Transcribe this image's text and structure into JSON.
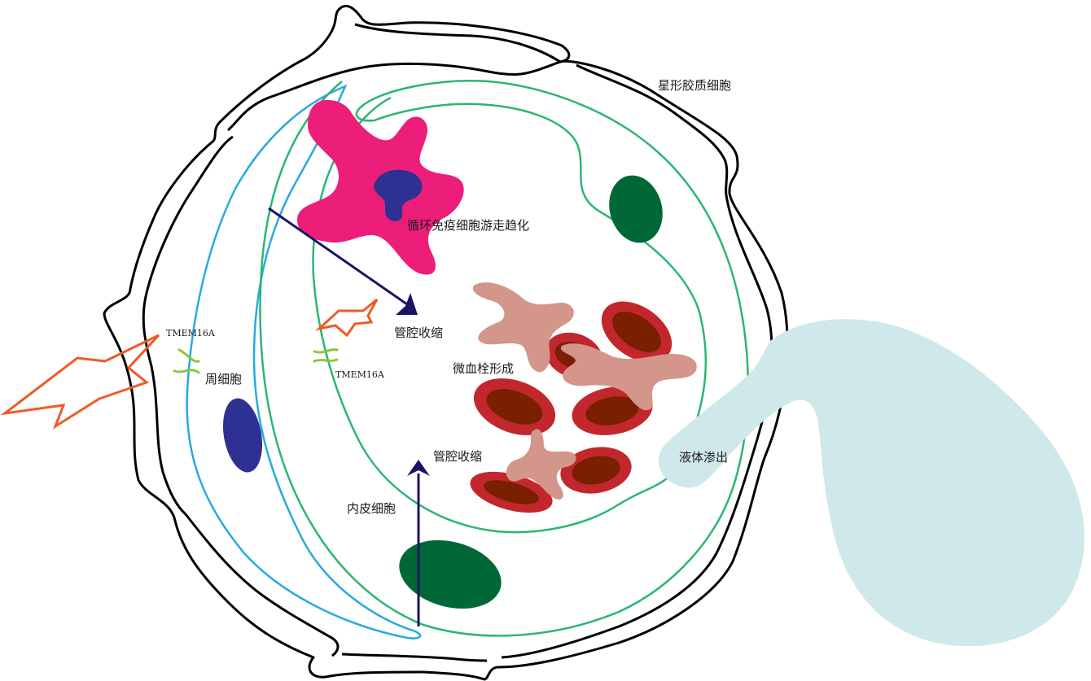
{
  "labels": {
    "astrocyte": "星形胶质细胞",
    "immune_chemotaxis": "循环免疫细胞游走趋化",
    "lumen_constriction_top": "管腔收缩",
    "lumen_constriction_bottom": "管腔收缩",
    "microthrombus": "微血栓形成",
    "pericyte": "周细胞",
    "endothelial": "内皮细胞",
    "fluid_leak": "液体渗出",
    "tmem_left": "TMEM16A",
    "tmem_right": "TMEM16A"
  },
  "colors": {
    "astrocyte_outline": "#000000",
    "pericyte_outline": "#29a9e0",
    "endothelium_outline": "#2bb673",
    "nucleus_green": "#006837",
    "nucleus_blue": "#2e3192",
    "immune_cell": "#ed1e79",
    "immune_nucleus": "#2e3192",
    "platelet": "#d4968a",
    "rbc_outer": "#c1272d",
    "rbc_inner": "#7a1f00",
    "arrow": "#1b1464",
    "tmem_channel": "#8cc63f",
    "stimulus_star": "#f15a24",
    "fluid": "#cfe8ea"
  },
  "icons": [
    "lightning-star-icon",
    "arrow-icon"
  ]
}
